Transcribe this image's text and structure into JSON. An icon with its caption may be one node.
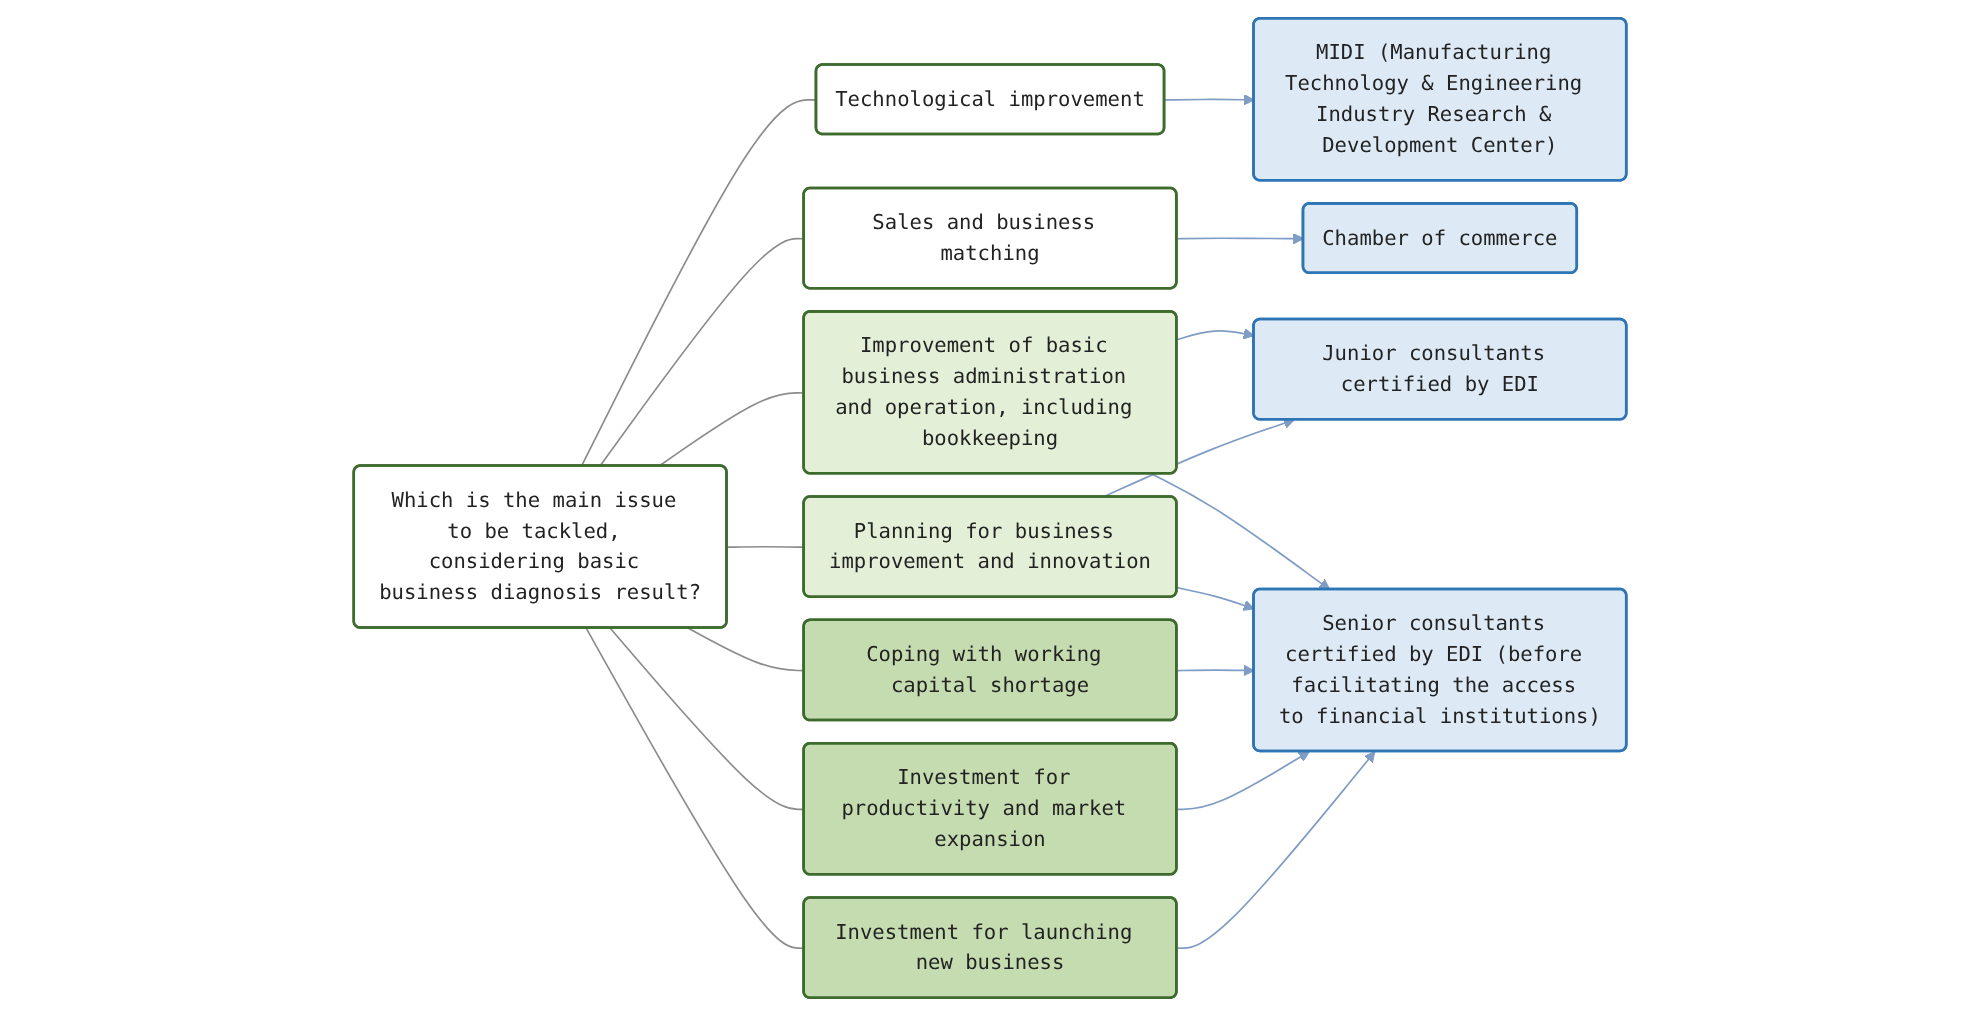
{
  "diagram": {
    "nodes": [
      {
        "text": [
          "Which is the main issue to be tackled, considering basic business diagnosis result?"
        ]
      },
      {
        "text": [
          "Technological improvement"
        ]
      },
      {
        "text": [
          "Sales and business matching"
        ]
      },
      {
        "text": [
          "Improvement of basic business administration and operation, including bookkeeping"
        ]
      },
      {
        "text": [
          "Planning for business improvement and innovation"
        ]
      },
      {
        "text": [
          "Coping with working capital shortage"
        ]
      },
      {
        "text": [
          "Investment for productivity and market expansion"
        ]
      },
      {
        "text": [
          "Investment for launching new business"
        ]
      },
      {
        "text": [
          "MIDI (Manufacturing Technology & Engineering Industry Research & Development Center)"
        ]
      },
      {
        "text": [
          "Chamber of commerce"
        ]
      },
      {
        "text": [
          "Junior consultants certified by EDI"
        ]
      },
      {
        "text": [
          "Senior consultants certified by EDI (before facilitating the access to financial institutions)"
        ]
      }
    ],
    "edges": [
      {
        "from": 0,
        "to": 1,
        "arrow": "none"
      },
      {
        "from": 0,
        "to": 2,
        "arrow": "none"
      },
      {
        "from": 0,
        "to": 3,
        "arrow": "none"
      },
      {
        "from": 0,
        "to": 4,
        "arrow": "none"
      },
      {
        "from": 0,
        "to": 5,
        "arrow": "none"
      },
      {
        "from": 0,
        "to": 6,
        "arrow": "none"
      },
      {
        "from": 0,
        "to": 7,
        "arrow": "none"
      },
      {
        "from": 1,
        "to": 8,
        "arrow": "to"
      },
      {
        "from": 2,
        "to": 9,
        "arrow": "to"
      },
      {
        "from": 3,
        "to": 10,
        "arrow": "to"
      },
      {
        "from": 3,
        "to": 11,
        "arrow": "to"
      },
      {
        "from": 4,
        "to": 10,
        "arrow": "to"
      },
      {
        "from": 4,
        "to": 11,
        "arrow": "to"
      },
      {
        "from": 5,
        "to": 11,
        "arrow": "to"
      },
      {
        "from": 6,
        "to": 11,
        "arrow": "to"
      },
      {
        "from": 7,
        "to": 11,
        "arrow": "to"
      }
    ]
  }
}
